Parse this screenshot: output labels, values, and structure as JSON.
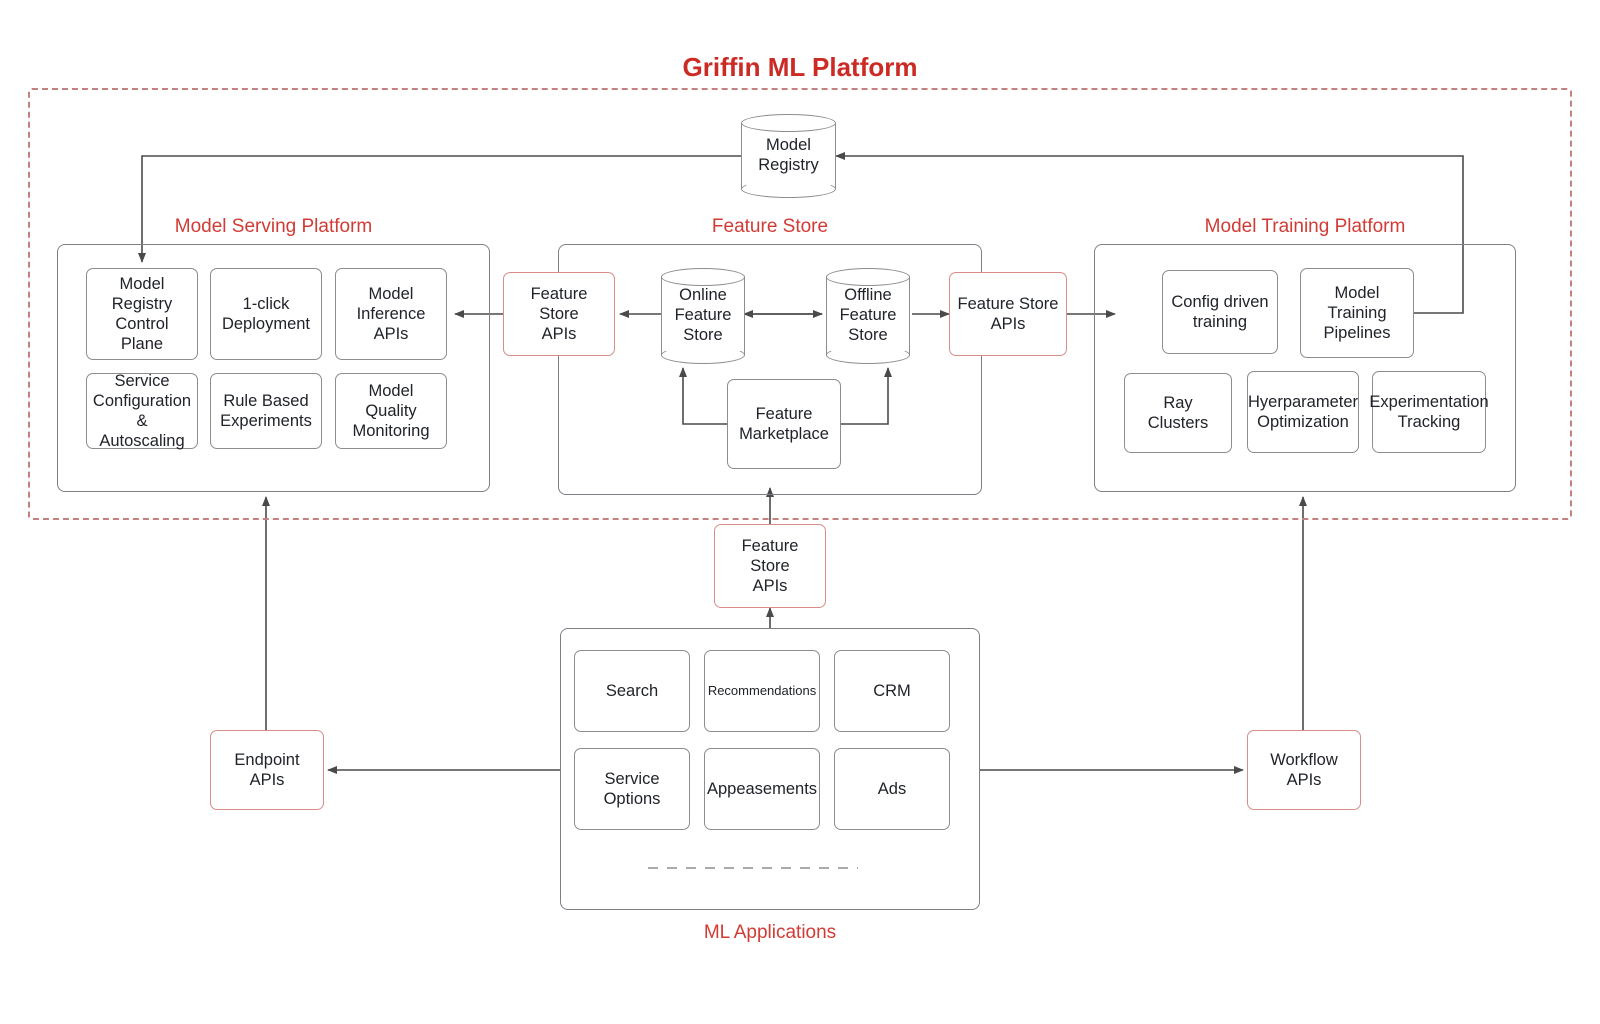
{
  "title": "Griffin ML Platform",
  "boundary": {
    "style": "dashed",
    "color": "#c4817f"
  },
  "colors": {
    "accent_red": "#cc2a24",
    "group_label_red": "#d23b35",
    "api_border": "#d98d8b",
    "box_border": "#8d8d8d",
    "wire": "#4a4a4a"
  },
  "registry": {
    "label": "Model\nRegistry",
    "shape": "cylinder"
  },
  "serving": {
    "label": "Model Serving Platform",
    "items": [
      {
        "label": "Model\nRegistry\nControl Plane"
      },
      {
        "label": "1-click\nDeployment"
      },
      {
        "label": "Model\nInference\nAPIs"
      },
      {
        "label": "Service\nConfiguration\n& Autoscaling"
      },
      {
        "label": "Rule Based\nExperiments"
      },
      {
        "label": "Model Quality\nMonitoring"
      }
    ]
  },
  "feature_store": {
    "label": "Feature Store",
    "api_left": {
      "label": "Feature Store\nAPIs"
    },
    "api_right": {
      "label": "Feature Store\nAPIs"
    },
    "online": {
      "label": "Online\nFeature\nStore",
      "shape": "cylinder"
    },
    "offline": {
      "label": "Offline\nFeature\nStore",
      "shape": "cylinder"
    },
    "marketplace": {
      "label": "Feature\nMarketplace"
    }
  },
  "training": {
    "label": "Model Training Platform",
    "items": [
      {
        "label": "Config driven\ntraining"
      },
      {
        "label": "Model\nTraining\nPipelines"
      },
      {
        "label": "Ray Clusters"
      },
      {
        "label": "Hyerparameter\nOptimization"
      },
      {
        "label": "Experimentation\nTracking"
      }
    ]
  },
  "bridge_api": {
    "label": "Feature Store\nAPIs"
  },
  "endpoint_api": {
    "label": "Endpoint\nAPIs"
  },
  "workflow_api": {
    "label": "Workflow\nAPIs"
  },
  "applications": {
    "label": "ML Applications",
    "items": [
      {
        "label": "Search",
        "size": "normal"
      },
      {
        "label": "Recommendations",
        "size": "small"
      },
      {
        "label": "CRM",
        "size": "normal"
      },
      {
        "label": "Service\nOptions",
        "size": "normal"
      },
      {
        "label": "Appeasements",
        "size": "normal"
      },
      {
        "label": "Ads",
        "size": "normal"
      }
    ],
    "ellipsis": "dashed-line-placeholder"
  }
}
